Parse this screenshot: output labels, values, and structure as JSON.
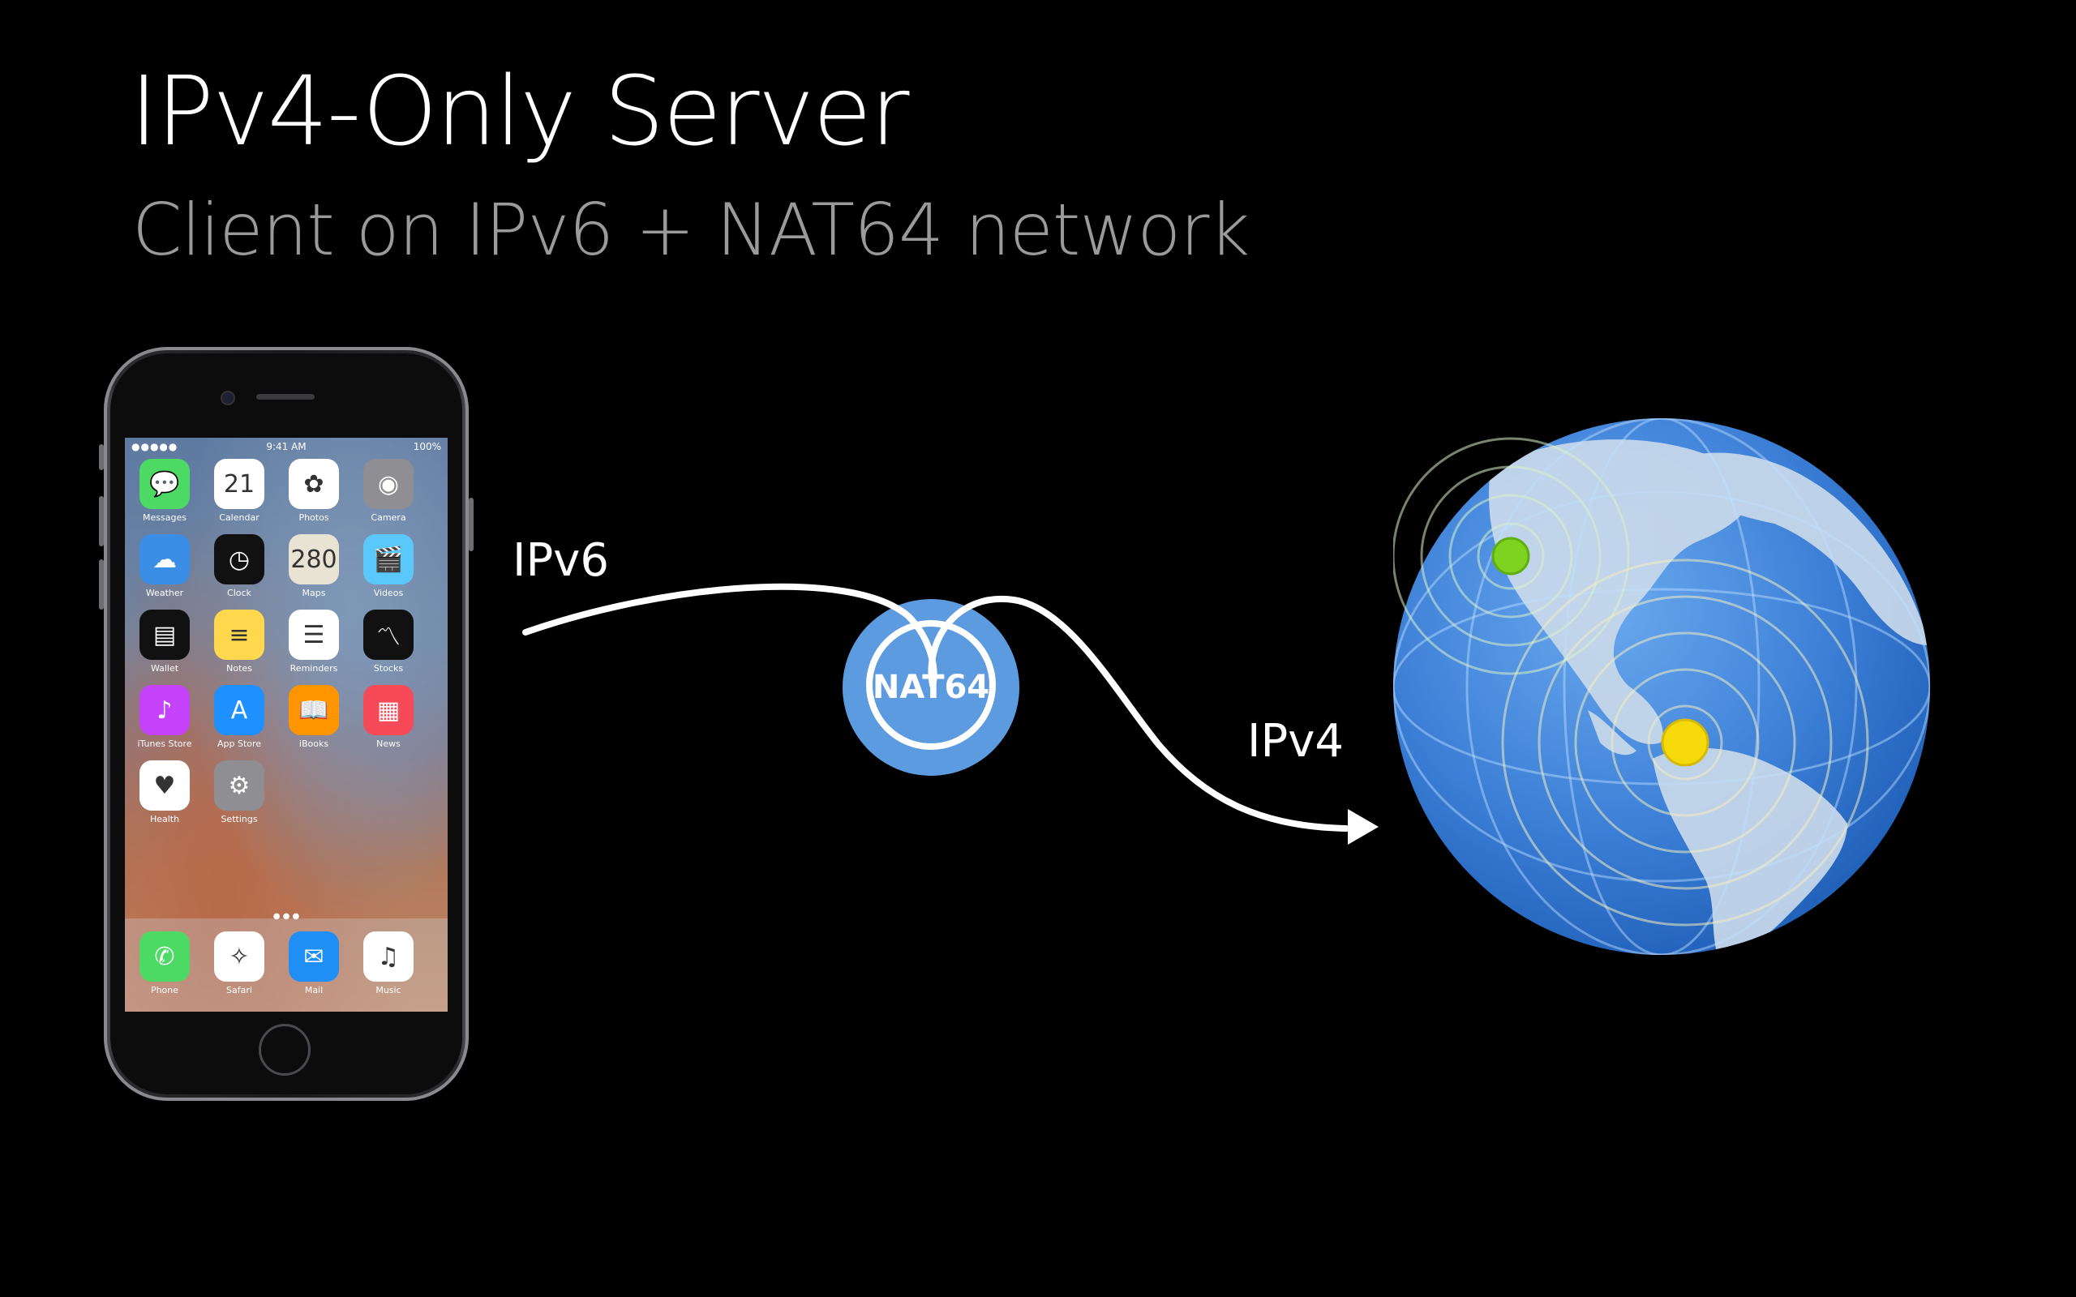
{
  "slide": {
    "title": "IPv4-Only Server",
    "subtitle": "Client on IPv6 + NAT64 network"
  },
  "diagram": {
    "client_label": "IPv6",
    "server_label": "IPv4",
    "nat_label": "NAT64",
    "colors": {
      "nat": "#5d9be0",
      "globe": "#3c7fd6",
      "green_pin": "#7ed321",
      "yellow_pin": "#f5d90a"
    }
  },
  "phone": {
    "status": {
      "signal": "●●●●● ",
      "time": "9:41 AM",
      "battery": "100%"
    },
    "apps": [
      {
        "name": "Messages",
        "icon": "messages-icon",
        "glyph": "💬",
        "color": "#4cd964"
      },
      {
        "name": "Calendar",
        "icon": "calendar-icon",
        "glyph": "21",
        "color": "#ffffff"
      },
      {
        "name": "Photos",
        "icon": "photos-icon",
        "glyph": "✿",
        "color": "#ffffff"
      },
      {
        "name": "Camera",
        "icon": "camera-icon",
        "glyph": "◉",
        "color": "#8e8e93"
      },
      {
        "name": "Weather",
        "icon": "weather-icon",
        "glyph": "☁",
        "color": "#3a8ee6"
      },
      {
        "name": "Clock",
        "icon": "clock-icon",
        "glyph": "◷",
        "color": "#111111"
      },
      {
        "name": "Maps",
        "icon": "maps-icon",
        "glyph": "280",
        "color": "#e8e3d2"
      },
      {
        "name": "Videos",
        "icon": "videos-icon",
        "glyph": "🎬",
        "color": "#5ac8fa"
      },
      {
        "name": "Wallet",
        "icon": "wallet-icon",
        "glyph": "▤",
        "color": "#111111"
      },
      {
        "name": "Notes",
        "icon": "notes-icon",
        "glyph": "≡",
        "color": "#ffd84d"
      },
      {
        "name": "Reminders",
        "icon": "reminders-icon",
        "glyph": "☰",
        "color": "#ffffff"
      },
      {
        "name": "Stocks",
        "icon": "stocks-icon",
        "glyph": "〽",
        "color": "#111111"
      },
      {
        "name": "iTunes Store",
        "icon": "itunes-icon",
        "glyph": "♪",
        "color": "#c643fc"
      },
      {
        "name": "App Store",
        "icon": "appstore-icon",
        "glyph": "A",
        "color": "#1e90ff"
      },
      {
        "name": "iBooks",
        "icon": "ibooks-icon",
        "glyph": "📖",
        "color": "#ff9500"
      },
      {
        "name": "News",
        "icon": "news-icon",
        "glyph": "▦",
        "color": "#f74a59"
      },
      {
        "name": "Health",
        "icon": "health-icon",
        "glyph": "♥",
        "color": "#ffffff"
      },
      {
        "name": "Settings",
        "icon": "settings-icon",
        "glyph": "⚙",
        "color": "#8e8e93"
      }
    ],
    "dock": [
      {
        "name": "Phone",
        "icon": "phone-icon",
        "glyph": "✆",
        "color": "#4cd964"
      },
      {
        "name": "Safari",
        "icon": "safari-icon",
        "glyph": "✧",
        "color": "#ffffff"
      },
      {
        "name": "Mail",
        "icon": "mail-icon",
        "glyph": "✉",
        "color": "#1f8ff5"
      },
      {
        "name": "Music",
        "icon": "music-icon",
        "glyph": "♫",
        "color": "#ffffff"
      }
    ]
  }
}
